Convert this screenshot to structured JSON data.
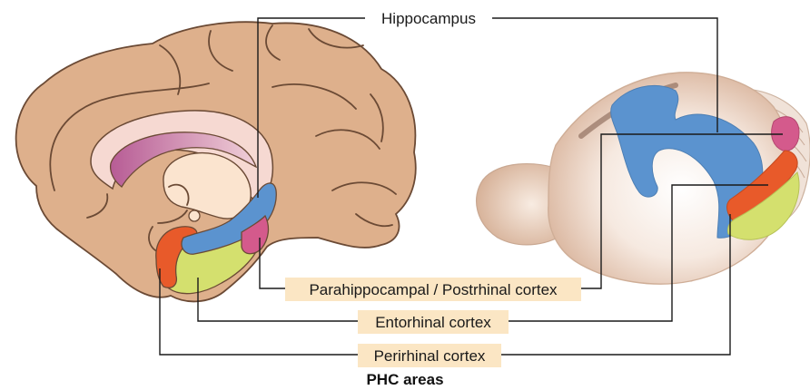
{
  "labels": {
    "hippocampus": "Hippocampus",
    "parahippocampal": "Parahippocampal / Postrhinal cortex",
    "entorhinal": "Entorhinal cortex",
    "perirhinal": "Perirhinal cortex"
  },
  "title": "PHC areas",
  "colors": {
    "hippocampus": "#5b93cf",
    "parahippocampal": "#d45a8c",
    "entorhinal": "#d4e06e",
    "perirhinal": "#e85a2a",
    "cortex": "#deb08c",
    "cortex_outline": "#6b4a35",
    "label_highlight": "#fbe6c4"
  },
  "icons": [
    "human-brain-medial-view",
    "rodent-brain-lateral-view"
  ]
}
